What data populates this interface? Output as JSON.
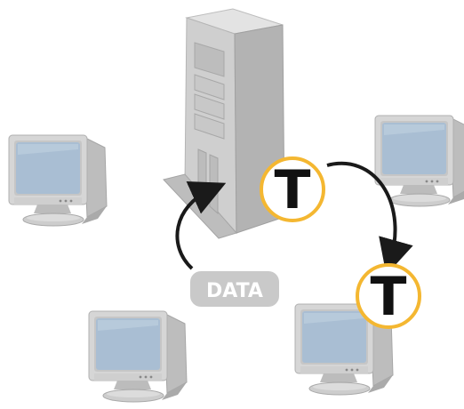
{
  "diagram": {
    "data_label": "DATA",
    "token_letter": "T",
    "nodes": [
      {
        "name": "server-tower",
        "icon": "server-tower-icon"
      },
      {
        "name": "monitor-top-left",
        "icon": "crt-monitor-icon"
      },
      {
        "name": "monitor-top-right",
        "icon": "crt-monitor-icon"
      },
      {
        "name": "monitor-bottom-left",
        "icon": "crt-monitor-icon"
      },
      {
        "name": "monitor-bottom-right",
        "icon": "crt-monitor-icon"
      }
    ],
    "tokens": [
      {
        "name": "token-at-server",
        "icon": "token-t-icon"
      },
      {
        "name": "token-at-bottom-right",
        "icon": "token-t-icon"
      }
    ],
    "arrows": [
      {
        "name": "arrow-data-to-server",
        "from": "DATA",
        "to": "server-tower"
      },
      {
        "name": "arrow-token-pass",
        "from": "token-at-server",
        "to": "token-at-bottom-right"
      }
    ]
  },
  "colors": {
    "token_ring": "#f4b731",
    "token_fill": "#ffffff",
    "token_letter": "#111111",
    "arrow": "#1a1a1a",
    "data_badge_bg": "#c9c9c9",
    "data_badge_text": "#ffffff",
    "server_front": "#cfcfcf",
    "server_side": "#b3b3b3",
    "server_top": "#e3e3e3",
    "monitor_frame": "#d2d2d2",
    "monitor_screen": "#a9bed3"
  }
}
